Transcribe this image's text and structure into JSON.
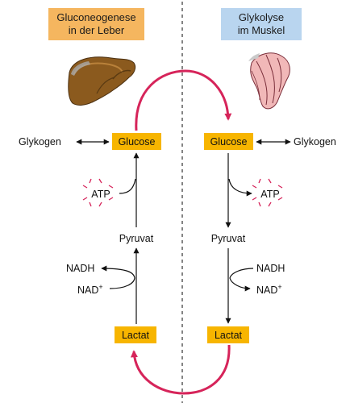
{
  "left": {
    "header": [
      "Gluconeogenese",
      "in der Leber"
    ],
    "header_color": "#f5b65f",
    "organ_icon": "liver-icon",
    "glucose": "Glucose",
    "glycogen": "Glykogen",
    "atp": "ATP",
    "pyruvat": "Pyruvat",
    "nadh": "NADH",
    "nad": "NAD",
    "nad_sup": "+",
    "lactat": "Lactat"
  },
  "right": {
    "header": [
      "Glykolyse",
      "im Muskel"
    ],
    "header_color": "#b9d5ef",
    "organ_icon": "muscle-icon",
    "glucose": "Glucose",
    "glycogen": "Glykogen",
    "atp": "ATP",
    "pyruvat": "Pyruvat",
    "nadh": "NADH",
    "nad": "NAD",
    "nad_sup": "+",
    "lactat": "Lactat"
  },
  "colors": {
    "metabolite_box": "#f7b500",
    "cycle_arrow": "#d6245a",
    "atp_burst": "#d6245a",
    "divider": "#333333"
  }
}
